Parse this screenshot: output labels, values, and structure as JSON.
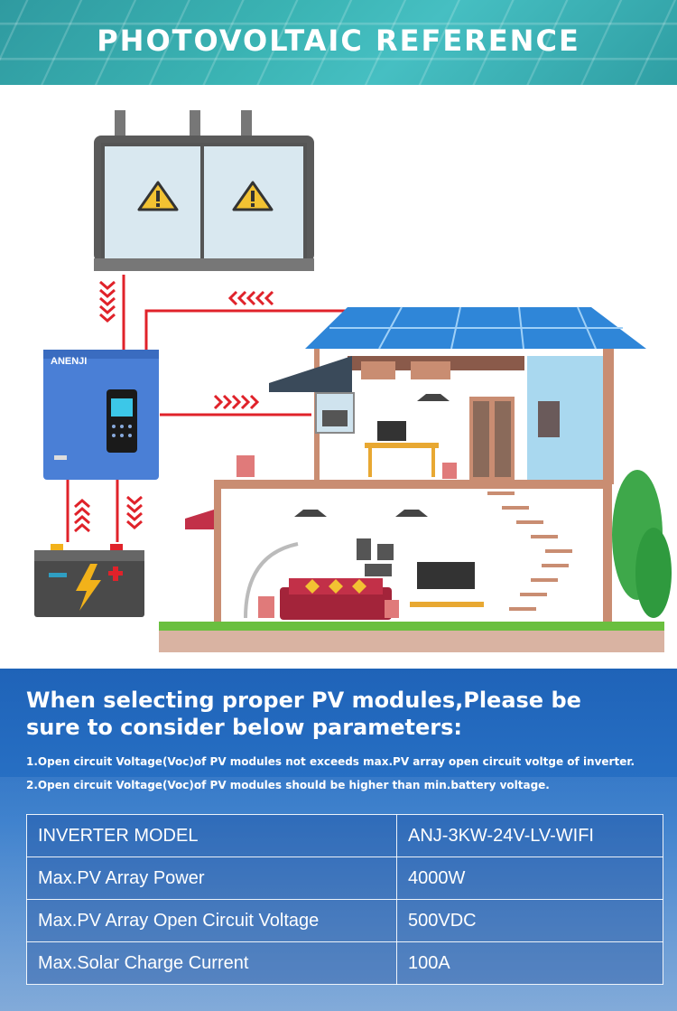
{
  "header": {
    "title": "PHOTOVOLTAIC REFERENCE"
  },
  "inverter": {
    "brand": "ANENJI"
  },
  "intro": {
    "heading_line1": "When selecting proper PV modules,Please be",
    "heading_line2": "sure to consider below parameters:",
    "note1": "1.Open circuit Voltage(Voc)of PV modules not exceeds max.PV array open circuit voltge of inverter.",
    "note2": "2.Open circuit Voltage(Voc)of PV modules should be higher than min.battery voltage."
  },
  "specs": [
    {
      "label": "INVERTER MODEL",
      "value": "ANJ-3KW-24V-LV-WIFI"
    },
    {
      "label": "Max.PV Array Power",
      "value": "4000W"
    },
    {
      "label": "Max.PV Array Open Circuit Voltage",
      "value": "500VDC"
    },
    {
      "label": "Max.Solar Charge Current",
      "value": "100A"
    }
  ],
  "colors": {
    "header_teal": "#3bb4b4",
    "panel_blue": "#1f63b8",
    "arrow_red": "#e0222a",
    "inverter_blue": "#4a7fd6",
    "solar_blue": "#2f86d8",
    "house_brown": "#c98d72"
  },
  "icons": [
    "warning-icon",
    "lightning-icon",
    "chevron-arrow-icon"
  ]
}
